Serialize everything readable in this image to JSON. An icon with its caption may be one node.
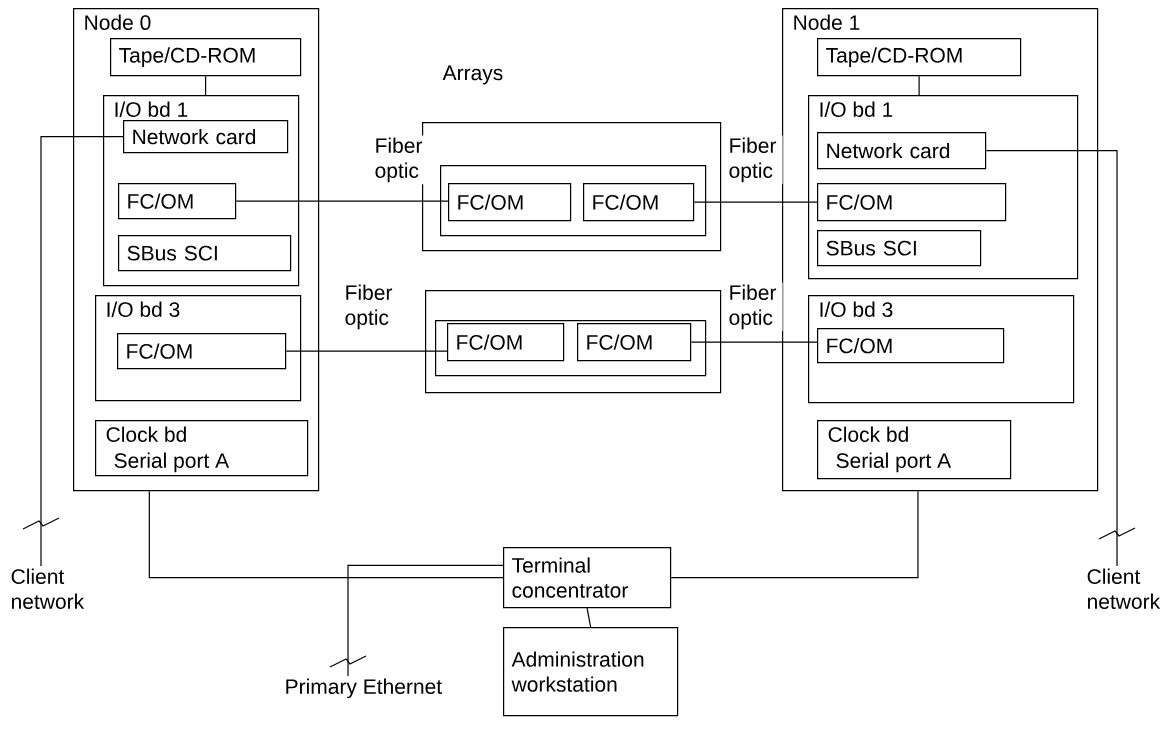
{
  "diagram": {
    "nodes": [
      {
        "text": [
          "Node 0"
        ]
      },
      {
        "text": [
          "Tape/CD-ROM"
        ],
        "in": 0
      },
      {
        "text": [
          "I/O bd 1"
        ],
        "in": 0
      },
      {
        "text": [
          "Network card"
        ],
        "in": 2
      },
      {
        "text": [
          "FC/OM"
        ],
        "in": 2
      },
      {
        "text": [
          "SBus SCI"
        ],
        "in": 2
      },
      {
        "text": [
          "I/O bd 3"
        ],
        "in": 0
      },
      {
        "text": [
          "FC/OM"
        ],
        "in": 6
      },
      {
        "text": [
          "Clock bd",
          "Serial port A"
        ],
        "in": 0
      },
      {
        "text": [],
        "shape": "box"
      },
      {
        "text": [],
        "shape": "box",
        "in": 9
      },
      {
        "text": [
          "FC/OM"
        ],
        "in": 10
      },
      {
        "text": [
          "FC/OM"
        ],
        "in": 10
      },
      {
        "text": [],
        "shape": "box"
      },
      {
        "text": [],
        "shape": "box",
        "in": 13
      },
      {
        "text": [
          "FC/OM"
        ],
        "in": 14
      },
      {
        "text": [
          "FC/OM"
        ],
        "in": 14
      },
      {
        "text": [
          "Node 1"
        ]
      },
      {
        "text": [
          "Tape/CD-ROM"
        ],
        "in": 17
      },
      {
        "text": [
          "I/O bd 1"
        ],
        "in": 17
      },
      {
        "text": [
          "Network card"
        ],
        "in": 19
      },
      {
        "text": [
          "FC/OM"
        ],
        "in": 19
      },
      {
        "text": [
          "SBus SCI"
        ],
        "in": 19
      },
      {
        "text": [
          "I/O bd 3"
        ],
        "in": 17
      },
      {
        "text": [
          "FC/OM"
        ],
        "in": 23
      },
      {
        "text": [
          "Clock bd",
          "Serial port A"
        ],
        "in": 17
      },
      {
        "text": [
          "Terminal concentrator"
        ]
      },
      {
        "text": [
          "Administration workstation"
        ]
      },
      {
        "text": [
          "Client network"
        ]
      },
      {
        "text": [
          "Client network"
        ]
      },
      {
        "text": [
          "Primary Ethernet"
        ]
      }
    ],
    "edges": [
      {
        "from": 1,
        "to": 2,
        "arrow": "none"
      },
      {
        "from": 18,
        "to": 19,
        "arrow": "none"
      },
      {
        "from": 3,
        "to": 28,
        "arrow": "none"
      },
      {
        "from": 4,
        "to": 11,
        "arrow": "none",
        "label": "Fiber optic"
      },
      {
        "from": 12,
        "to": 21,
        "arrow": "none",
        "label": "Fiber optic"
      },
      {
        "from": 7,
        "to": 15,
        "arrow": "none",
        "label": "Fiber optic"
      },
      {
        "from": 16,
        "to": 24,
        "arrow": "none",
        "label": "Fiber optic"
      },
      {
        "from": 20,
        "to": 29,
        "arrow": "none"
      },
      {
        "from": 0,
        "to": 26,
        "arrow": "none"
      },
      {
        "from": 17,
        "to": 26,
        "arrow": "none"
      },
      {
        "from": 26,
        "to": 27,
        "arrow": "none"
      },
      {
        "from": 26,
        "to": 30,
        "arrow": "none"
      }
    ],
    "labels": [
      "Arrays"
    ]
  }
}
